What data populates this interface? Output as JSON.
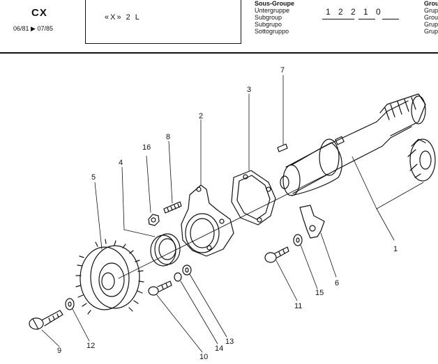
{
  "header": {
    "model": "CX",
    "dates": "06/81 ▶ 07/85",
    "engine_label": "«X» 2 L",
    "subgroup_labels": [
      "Sous-Groupe",
      "Untergruppe",
      "Subgroup",
      "Subgrupo",
      "Sottogruppo"
    ],
    "group_labels": [
      "Grou",
      "Grup",
      "Grou",
      "Grup",
      "Grup"
    ],
    "code_digits": [
      "1",
      "2",
      "2",
      "1",
      "0"
    ]
  },
  "diagram": {
    "callouts": [
      "1",
      "2",
      "3",
      "4",
      "5",
      "6",
      "7",
      "8",
      "9",
      "10",
      "11",
      "12",
      "13",
      "14",
      "15",
      "16"
    ]
  }
}
